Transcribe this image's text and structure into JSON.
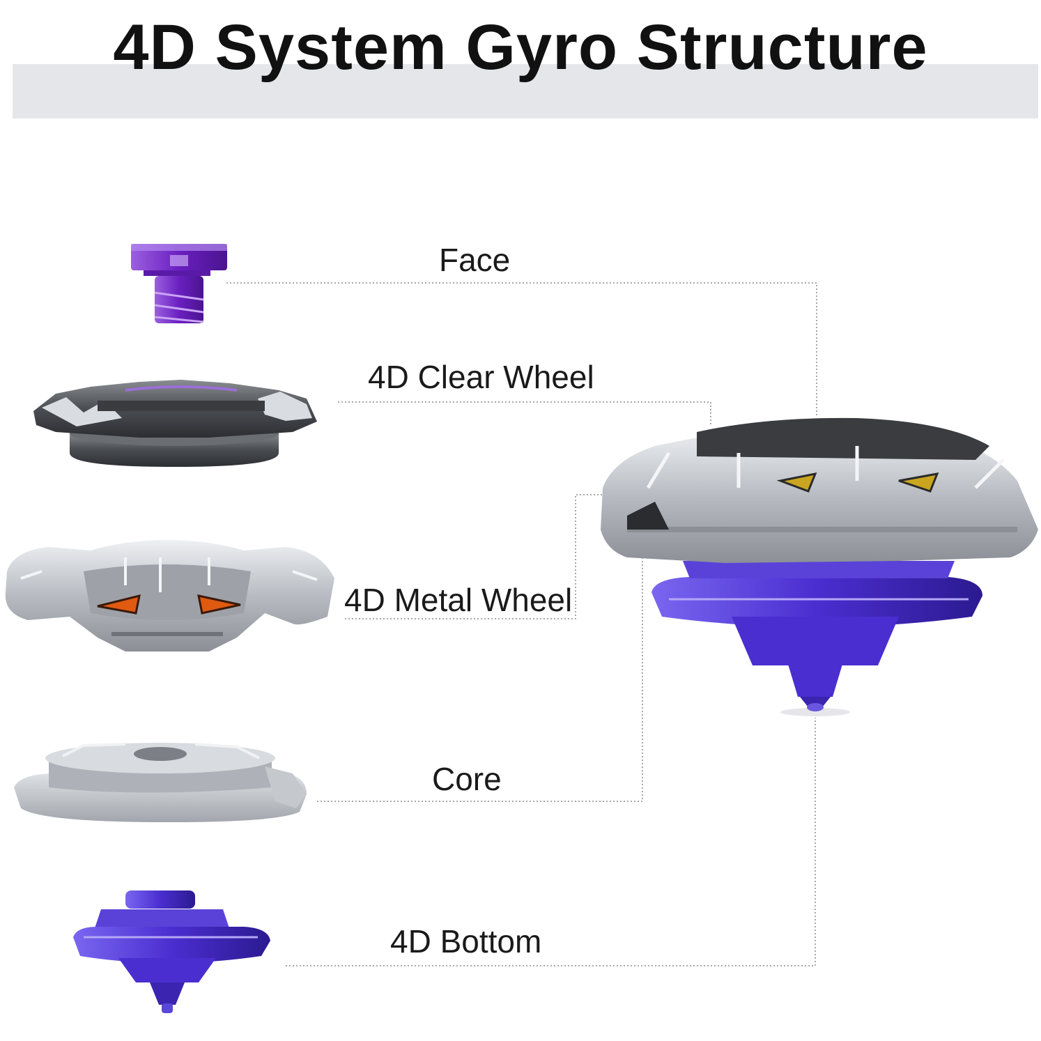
{
  "title": "4D System Gyro Structure",
  "parts": [
    {
      "id": "face",
      "label": "Face",
      "icon": "face-bolt"
    },
    {
      "id": "clear-wheel",
      "label": "4D Clear Wheel",
      "icon": "clear-wheel"
    },
    {
      "id": "metal-wheel",
      "label": "4D Metal Wheel",
      "icon": "metal-wheel"
    },
    {
      "id": "core",
      "label": "Core",
      "icon": "core-ring"
    },
    {
      "id": "bottom",
      "label": "4D Bottom",
      "icon": "bottom-tip"
    }
  ],
  "colors": {
    "title_bar": "#e4e6e9",
    "purple": "#6a2ab8",
    "violet": "#4a32c8",
    "silver": "#c8cbd0",
    "dark_gray": "#4a4d52",
    "eye": "#e05a10",
    "leader_line": "#8a8a8a"
  }
}
